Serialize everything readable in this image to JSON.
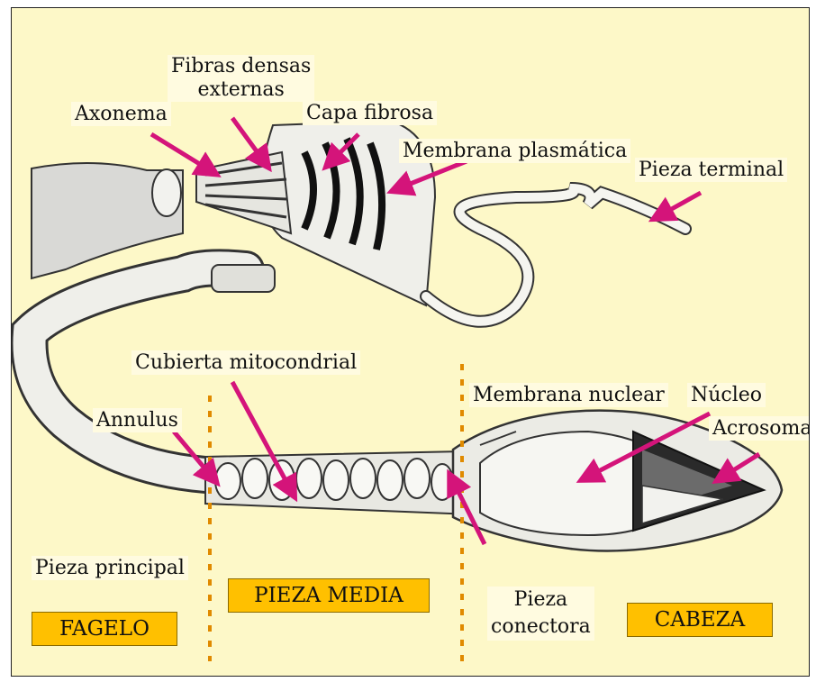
{
  "labels": {
    "fibras_densas": "Fibras densas externas",
    "fibras_line1": "Fibras densas",
    "fibras_line2": "externas",
    "axonema": "Axonema",
    "capa_fibrosa": "Capa fibrosa",
    "membrana_plasmatica": "Membrana plasmática",
    "pieza_terminal": "Pieza terminal",
    "cubierta_mitocondrial": "Cubierta mitocondrial",
    "membrana_nuclear": "Membrana nuclear",
    "nucleo": "Núcleo",
    "acrosoma": "Acrosoma",
    "annulus": "Annulus",
    "pieza_principal": "Pieza principal",
    "pieza_conectora_line1": "Pieza",
    "pieza_conectora_line2": "conectora"
  },
  "regions": {
    "fagelo": "FAGELO",
    "pieza_media": "PIEZA MEDIA",
    "cabeza": "CABEZA"
  },
  "colors": {
    "background": "#fdf8c8",
    "pointer": "#d4147a",
    "divider": "#e08a00",
    "region_box": "#ffc000"
  }
}
